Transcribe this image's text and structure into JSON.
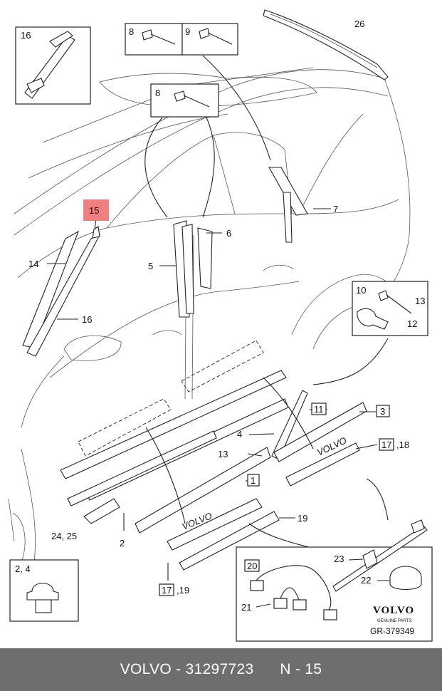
{
  "callouts": {
    "c1": "1",
    "c2": "2",
    "c3": "3",
    "c4": "4",
    "c5": "5",
    "c6": "6",
    "c7": "7",
    "c8a": "8",
    "c8b": "8",
    "c9": "9",
    "c10": "10",
    "c11": "11",
    "c12": "12",
    "c13a": "13",
    "c13b": "13",
    "c14": "14",
    "c15": "15",
    "c16a": "16",
    "c16b": "16",
    "c17a": "17",
    "c17a_suffix": ",18",
    "c17b": "17",
    "c17b_suffix": ",19",
    "c19": "19",
    "c20": "20",
    "c21": "21",
    "c22": "22",
    "c23": "23",
    "c24_25": "24, 25",
    "c2_4": "2, 4",
    "c26": "26"
  },
  "highlight_color": "#f08080",
  "badge_text": "VOLVO",
  "brand": {
    "name": "VOLVO",
    "tagline": "GENUINE PARTS"
  },
  "diagram_ref": "GR-379349",
  "footer": {
    "brand": "VOLVO",
    "part_number": "31297723",
    "ref": "N - 15"
  }
}
